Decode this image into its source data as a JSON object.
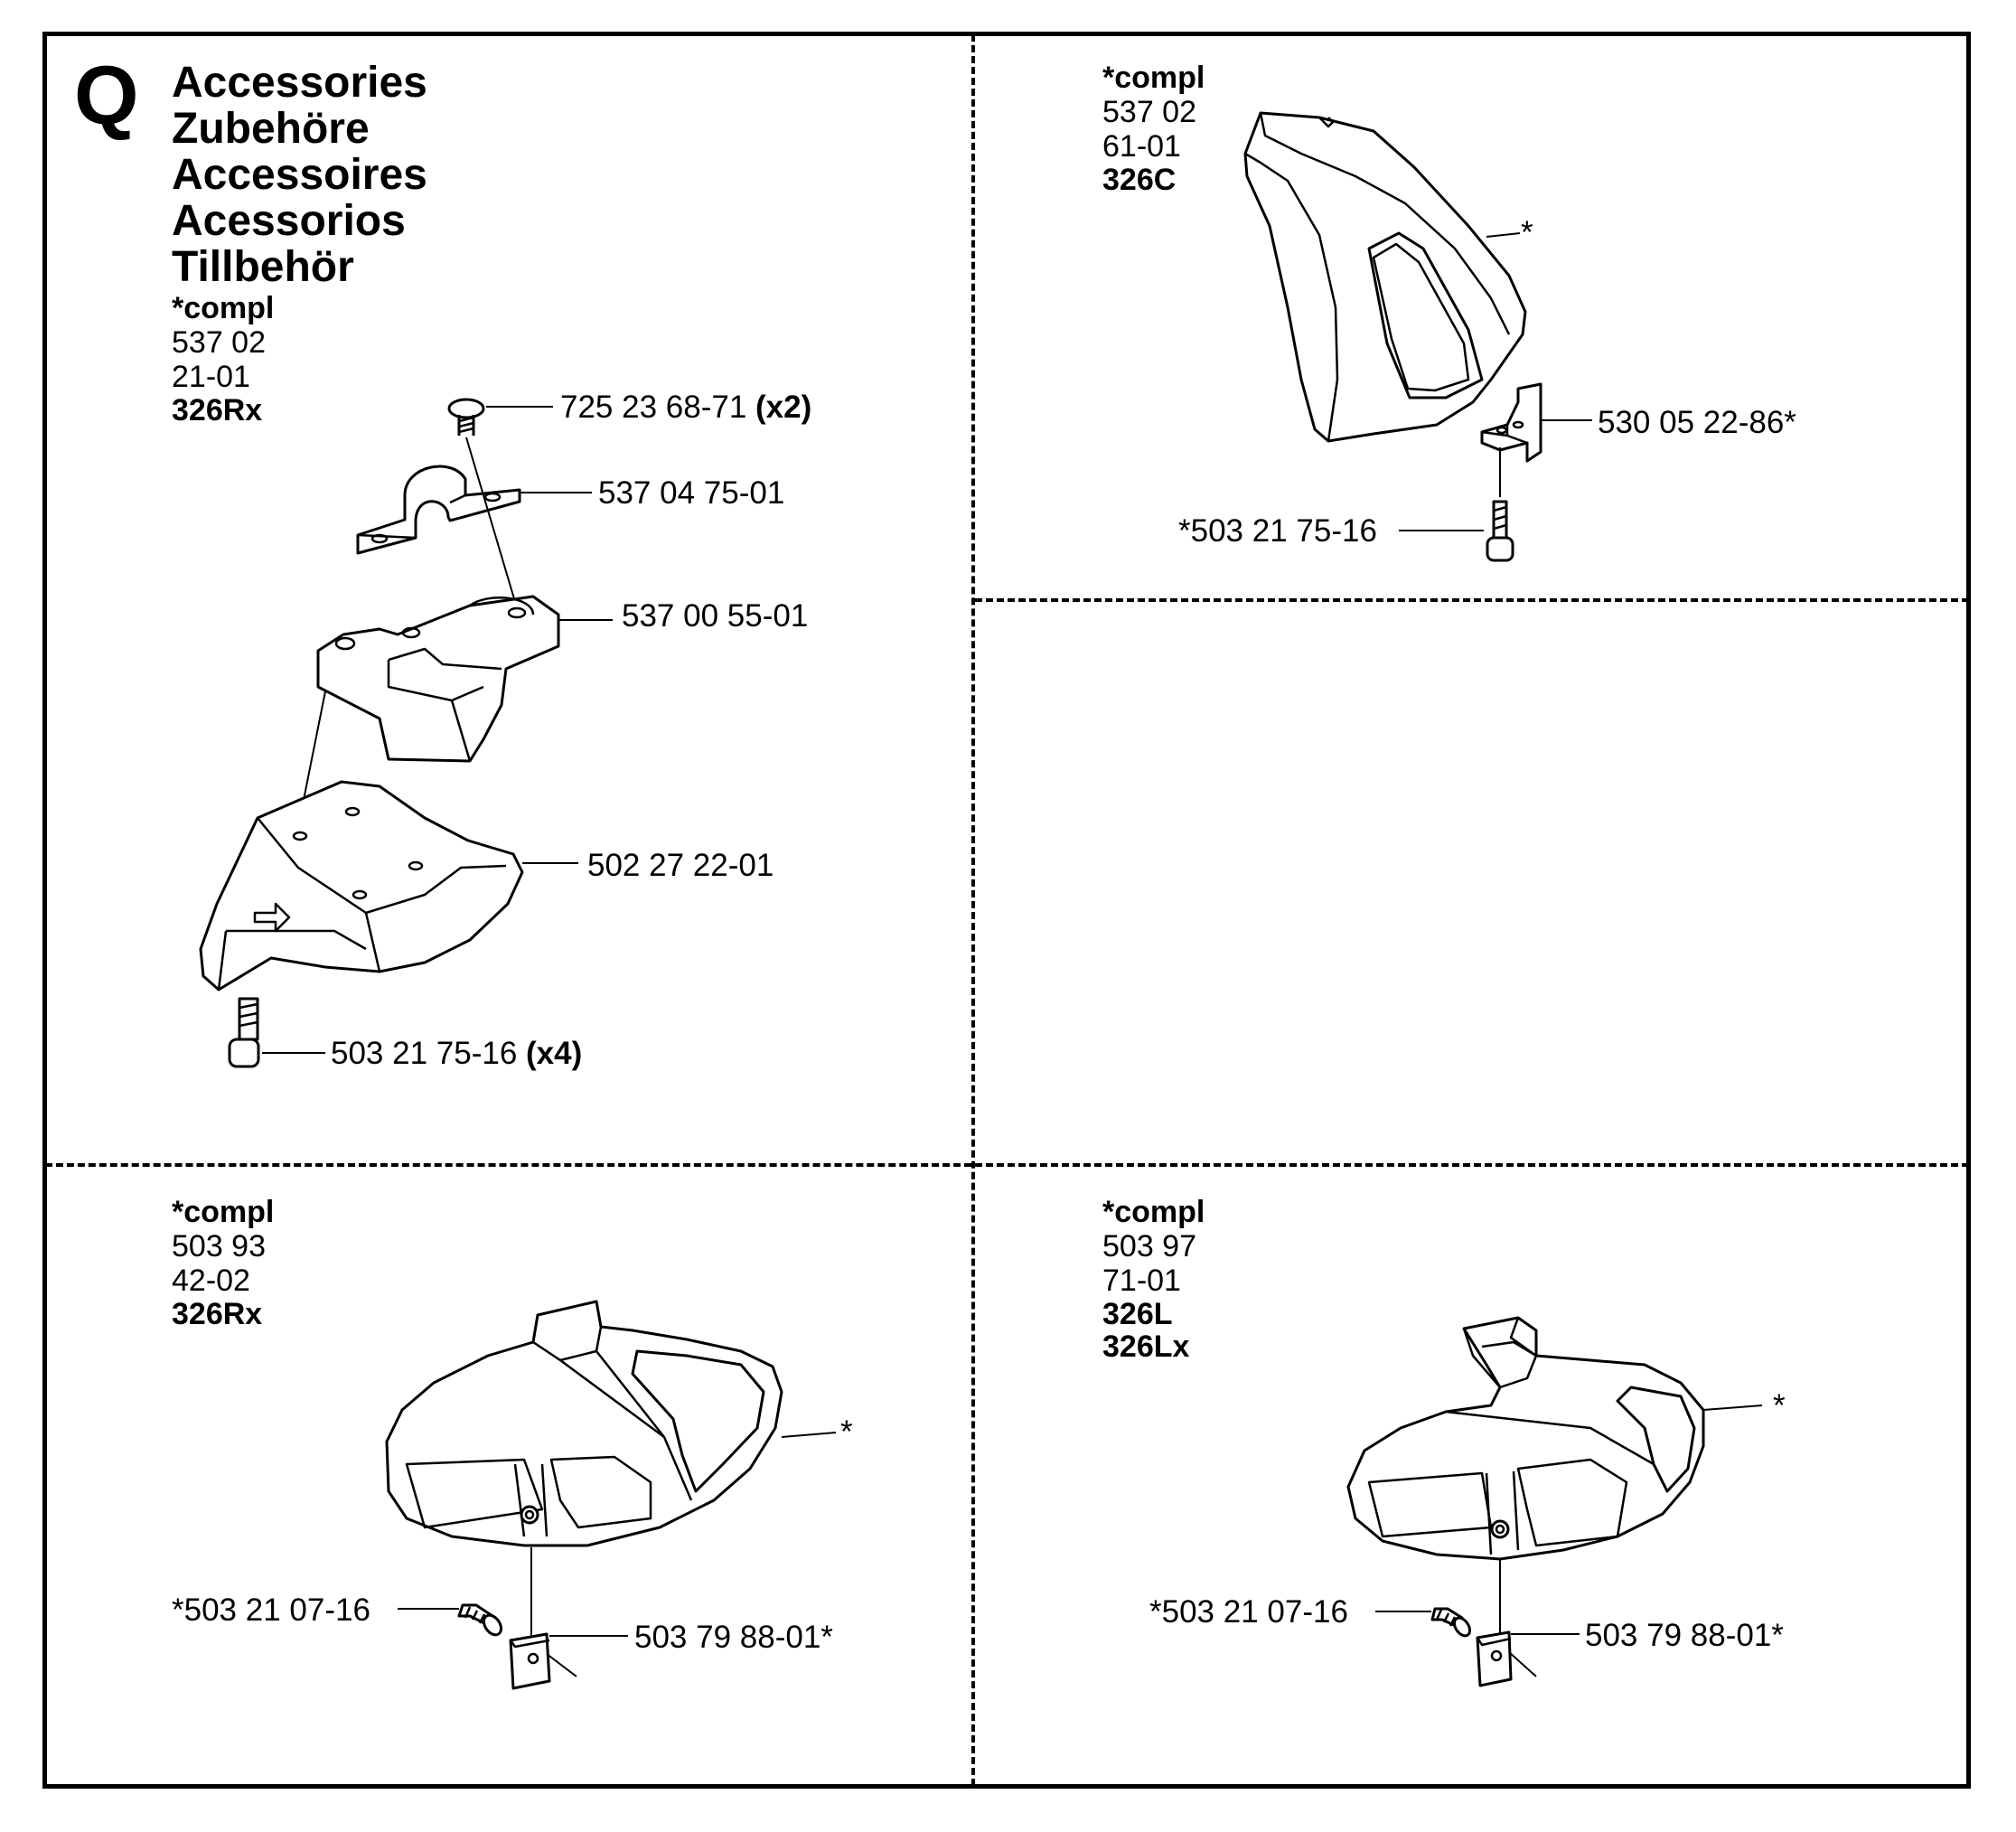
{
  "section_letter": "Q",
  "titles": [
    "Accessories",
    "Zubehöre",
    "Accessoires",
    "Acessorios",
    "Tillbehör"
  ],
  "panels": {
    "top_left": {
      "compl_prefix": "*compl",
      "compl_number": "537 02 21-01",
      "models": [
        "326Rx"
      ],
      "parts": [
        {
          "number": "725 23 68-71",
          "qty": "(x2)"
        },
        {
          "number": "537 04 75-01",
          "qty": ""
        },
        {
          "number": "537 00 55-01",
          "qty": ""
        },
        {
          "number": "502 27 22-01",
          "qty": ""
        },
        {
          "number": "503 21 75-16",
          "qty": "(x4)"
        }
      ]
    },
    "top_right": {
      "compl_prefix": "*compl",
      "compl_number": "537 02 61-01",
      "models": [
        "326C"
      ],
      "parts": [
        {
          "number": "*",
          "qty": ""
        },
        {
          "number": "530 05 22-86*",
          "qty": ""
        },
        {
          "number": "*503 21 75-16",
          "qty": ""
        }
      ]
    },
    "bottom_left": {
      "compl_prefix": "*compl",
      "compl_number": "503 93 42-02",
      "models": [
        "326Rx"
      ],
      "parts": [
        {
          "number": "*",
          "qty": ""
        },
        {
          "number": "*503 21 07-16",
          "qty": ""
        },
        {
          "number": "503 79 88-01*",
          "qty": ""
        }
      ]
    },
    "bottom_right": {
      "compl_prefix": "*compl",
      "compl_number": "503 97 71-01",
      "models": [
        "326L",
        "326Lx"
      ],
      "parts": [
        {
          "number": "*",
          "qty": ""
        },
        {
          "number": "*503 21 07-16",
          "qty": ""
        },
        {
          "number": "503 79 88-01*",
          "qty": ""
        }
      ]
    }
  }
}
